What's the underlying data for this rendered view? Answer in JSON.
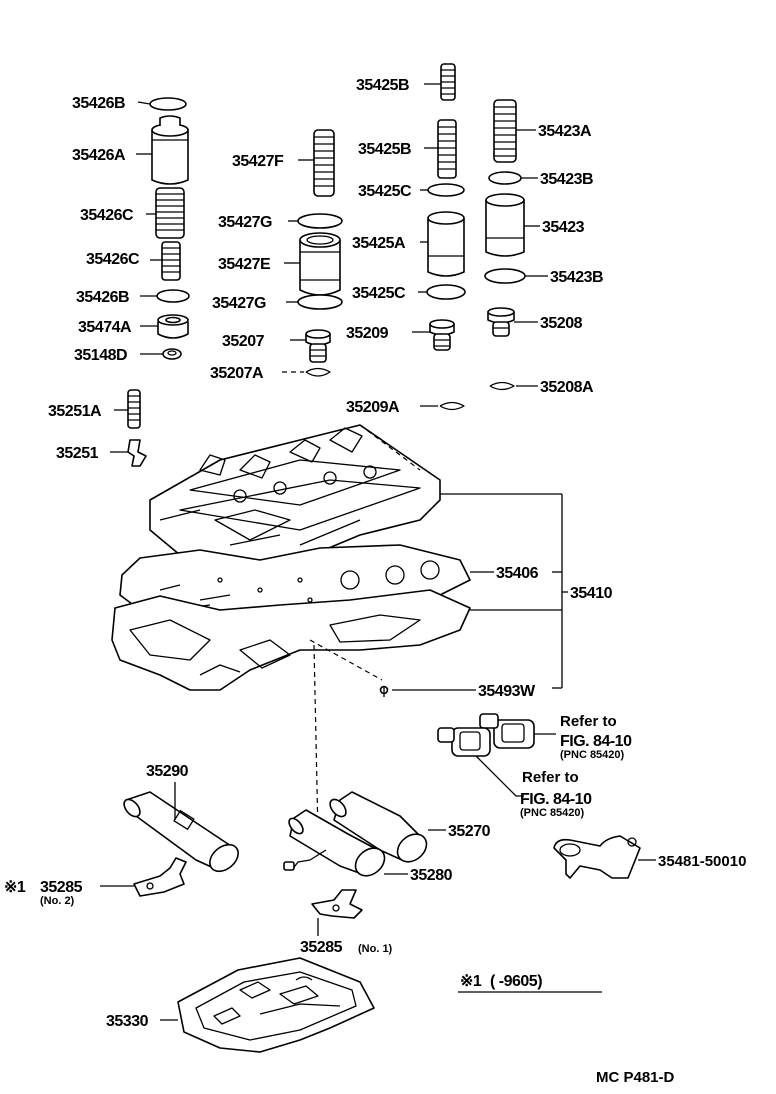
{
  "parts": [
    {
      "id": "p-35426B-top",
      "label": "35426B"
    },
    {
      "id": "p-35426A",
      "label": "35426A"
    },
    {
      "id": "p-35426C-top",
      "label": "35426C"
    },
    {
      "id": "p-35426C-bot",
      "label": "35426C"
    },
    {
      "id": "p-35426B-bot",
      "label": "35426B"
    },
    {
      "id": "p-35474A",
      "label": "35474A"
    },
    {
      "id": "p-35148D",
      "label": "35148D"
    },
    {
      "id": "p-35427F",
      "label": "35427F"
    },
    {
      "id": "p-35427G-top",
      "label": "35427G"
    },
    {
      "id": "p-35427E",
      "label": "35427E"
    },
    {
      "id": "p-35427G-bot",
      "label": "35427G"
    },
    {
      "id": "p-35207",
      "label": "35207"
    },
    {
      "id": "p-35207A",
      "label": "35207A"
    },
    {
      "id": "p-35425B-top",
      "label": "35425B"
    },
    {
      "id": "p-35425B-mid",
      "label": "35425B"
    },
    {
      "id": "p-35425C-top",
      "label": "35425C"
    },
    {
      "id": "p-35425A",
      "label": "35425A"
    },
    {
      "id": "p-35425C-bot",
      "label": "35425C"
    },
    {
      "id": "p-35209",
      "label": "35209"
    },
    {
      "id": "p-35209A",
      "label": "35209A"
    },
    {
      "id": "p-35423A",
      "label": "35423A"
    },
    {
      "id": "p-35423B-top",
      "label": "35423B"
    },
    {
      "id": "p-35423",
      "label": "35423"
    },
    {
      "id": "p-35423B-bot",
      "label": "35423B"
    },
    {
      "id": "p-35208",
      "label": "35208"
    },
    {
      "id": "p-35208A",
      "label": "35208A"
    },
    {
      "id": "p-35251A",
      "label": "35251A"
    },
    {
      "id": "p-35251",
      "label": "35251"
    },
    {
      "id": "p-35406",
      "label": "35406"
    },
    {
      "id": "p-35410",
      "label": "35410"
    },
    {
      "id": "p-35493W",
      "label": "35493W"
    },
    {
      "id": "p-35290",
      "label": "35290"
    },
    {
      "id": "p-35270",
      "label": "35270"
    },
    {
      "id": "p-35280",
      "label": "35280"
    },
    {
      "id": "p-35285-no2",
      "label": "35285"
    },
    {
      "id": "p-35285-no1",
      "label": "35285"
    },
    {
      "id": "p-35481",
      "label": "35481-50010"
    },
    {
      "id": "p-35330",
      "label": "35330"
    }
  ],
  "refs": [
    {
      "line1": "Refer to",
      "line2": "FIG. 84-10",
      "pnc": "(PNC 85420)"
    },
    {
      "line1": "Refer to",
      "line2": "FIG. 84-10",
      "pnc": "(PNC 85420)"
    }
  ],
  "notes": {
    "no2": "(No. 2)",
    "no1": "(No. 1)",
    "mark_35285": "※1",
    "footnote_mark": "※1",
    "footnote_text": "(        -9605)",
    "figure_code": "MC  P481-D"
  }
}
